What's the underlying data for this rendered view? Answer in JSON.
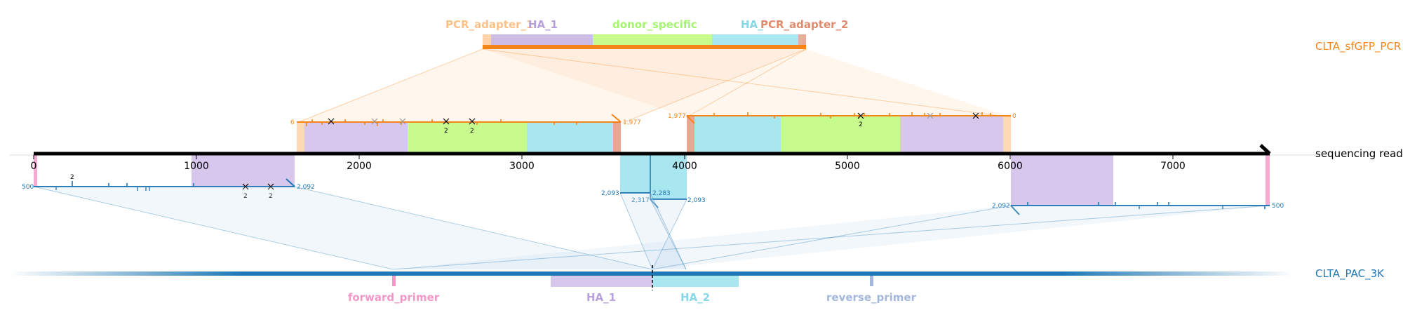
{
  "targets": {
    "pcr": {
      "name": "CLTA_sfGFP_PCR",
      "color": "#f58518"
    },
    "read": {
      "name": "sequencing read",
      "color": "#000000"
    },
    "pac": {
      "name": "CLTA_PAC_3K",
      "color": "#1f77b4"
    }
  },
  "pcr_features": [
    {
      "label": "PCR_adapter_1",
      "color": "#fdc086"
    },
    {
      "label": "HA_1",
      "color": "#b8a0dc"
    },
    {
      "label": "donor_specific",
      "color": "#a5f56e"
    },
    {
      "label": "HA_",
      "color": "#87d7e8"
    },
    {
      "label": "PCR_adapter_2",
      "color": "#e08a6e"
    }
  ],
  "read_ticks": [
    "0",
    "1000",
    "2000",
    "3000",
    "4000",
    "5000",
    "6000",
    "7000"
  ],
  "pcr_alignment_left": {
    "start_label": "6",
    "end_label": "1,977",
    "counts": [
      "2",
      "2"
    ]
  },
  "pcr_alignment_right": {
    "start_label": "1,977",
    "end_label": "0",
    "counts": [
      "2"
    ]
  },
  "pac_alignment_left": {
    "start_label": "500",
    "end_label": "2,092",
    "counts": [
      "2",
      "2",
      "2"
    ]
  },
  "pac_alignment_mid": {
    "l1": "2,093",
    "l2": "2,283",
    "l3": "2,317",
    "l4": "2,093"
  },
  "pac_alignment_right": {
    "start_label": "2,092",
    "end_label": "500"
  },
  "pac_features": [
    {
      "label": "forward_primer",
      "color": "#f397c8"
    },
    {
      "label": "HA_1",
      "color": "#b8a0dc"
    },
    {
      "label": "HA_2",
      "color": "#87d7e8"
    },
    {
      "label": "reverse_primer",
      "color": "#a4b8de"
    }
  ]
}
